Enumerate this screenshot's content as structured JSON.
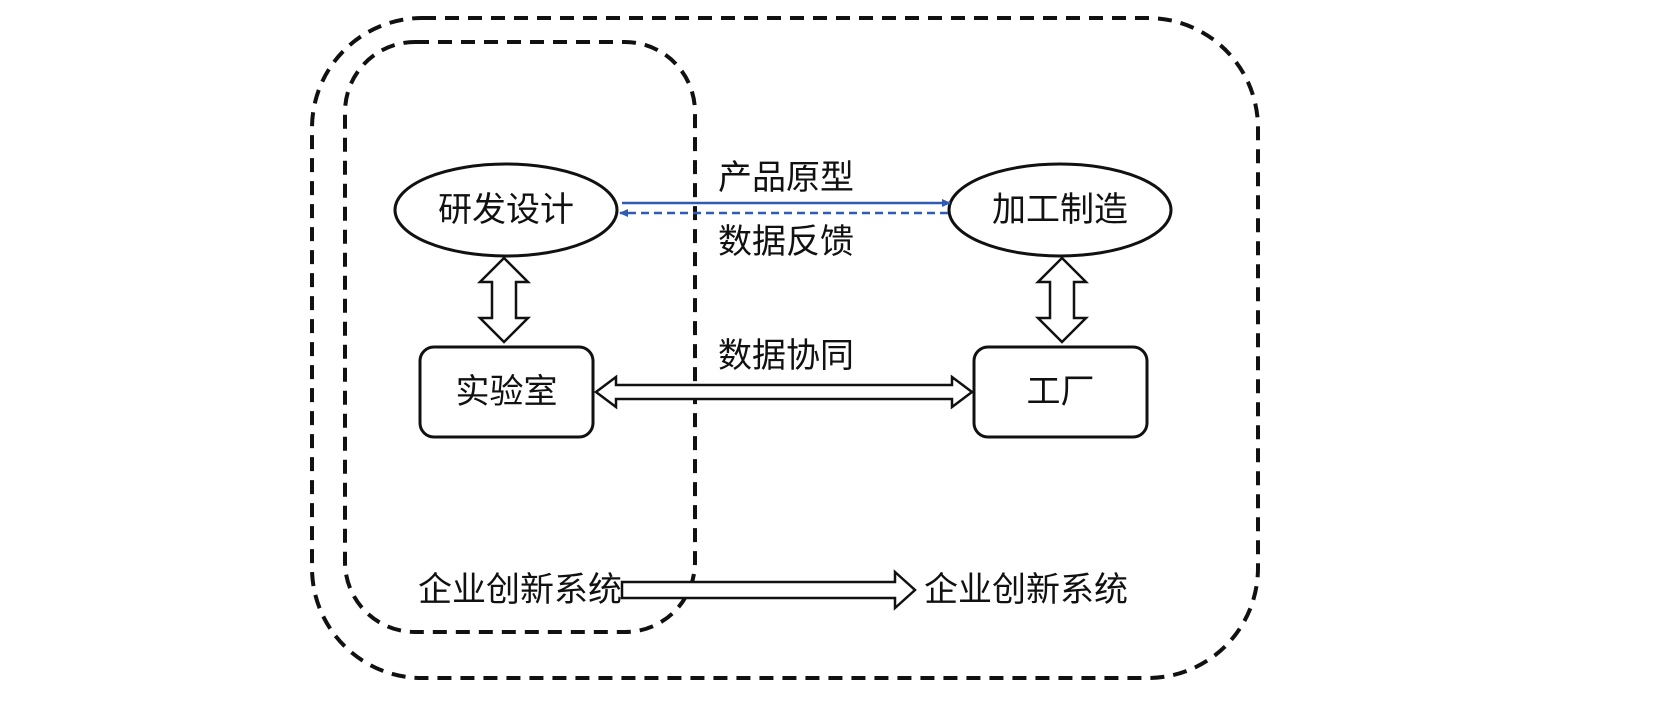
{
  "nodes": {
    "rd_design": "研发设计",
    "manufacturing": "加工制造",
    "lab": "实验室",
    "factory": "工厂"
  },
  "edges": {
    "product_prototype": "产品原型",
    "data_feedback": "数据反馈",
    "data_collaboration": "数据协同"
  },
  "bottom": {
    "left_system": "企业创新系统",
    "right_system": "企业创新系统"
  },
  "colors": {
    "line": "#111111",
    "link_blue": "#2f5bb3"
  }
}
